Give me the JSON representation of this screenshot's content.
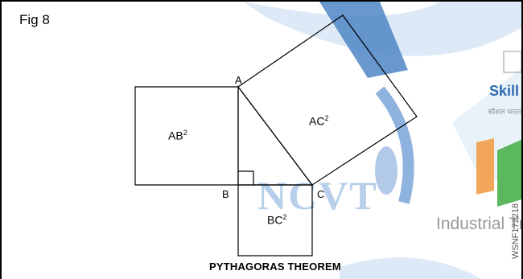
{
  "figure": {
    "label": "Fig 8",
    "caption": "PYTHAGORAS THEOREM"
  },
  "points": {
    "a": "A",
    "b": "B",
    "c": "C"
  },
  "squares": {
    "ab": {
      "base": "AB",
      "exp": "2"
    },
    "ac": {
      "base": "AC",
      "exp": "2"
    },
    "bc": {
      "base": "BC",
      "exp": "2"
    }
  },
  "watermark": {
    "ncvt": "NCVT",
    "skill": "Skill",
    "kaushal": "कौशल भारत",
    "industrial": "Industrial Tra",
    "code": "WSNF172218"
  },
  "colors": {
    "line": "#000000",
    "watermark_blue": "#4f86c6",
    "watermark_light": "#b8d0ec",
    "orange": "#f2a65a",
    "green": "#5cb85c"
  }
}
